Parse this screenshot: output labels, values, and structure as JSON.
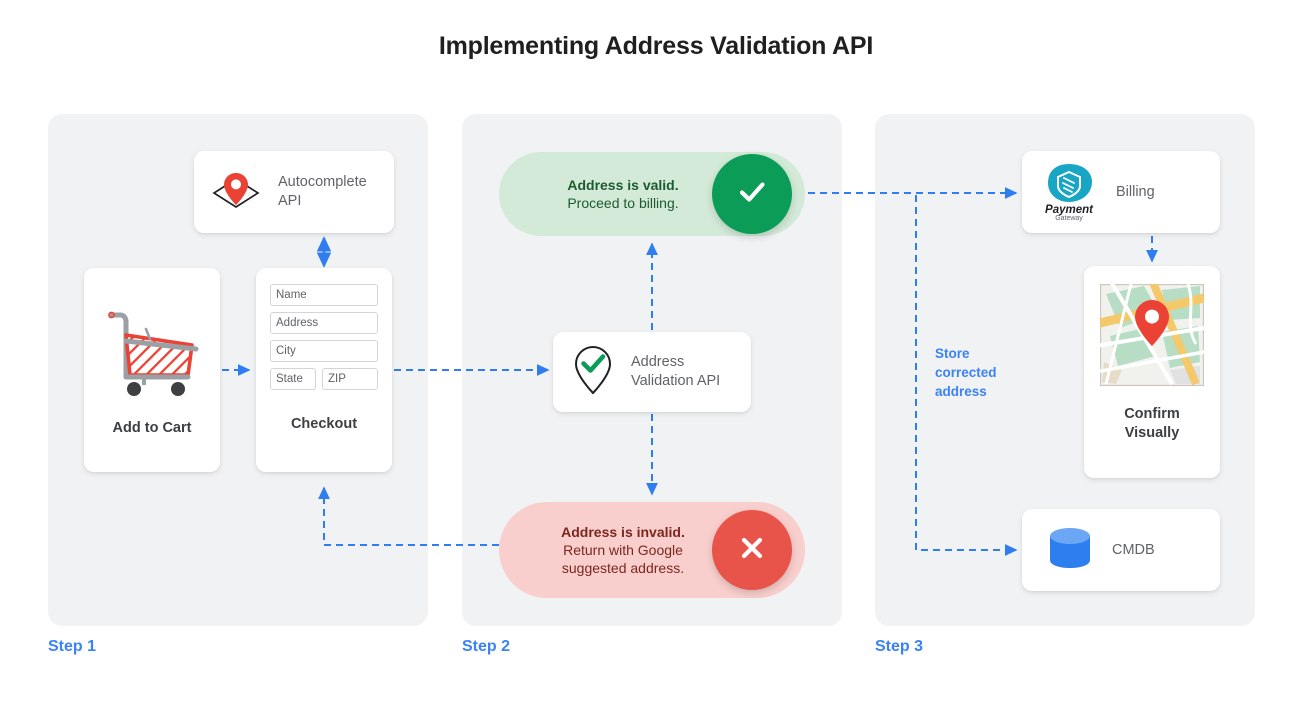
{
  "page": {
    "title": "Implementing Address Validation API",
    "background": "#ffffff",
    "accent_blue": "#3b82f6",
    "panel_bg": "#f1f2f3"
  },
  "steps": [
    {
      "label": "Step 1"
    },
    {
      "label": "Step 2"
    },
    {
      "label": "Step 3"
    }
  ],
  "step1": {
    "autocomplete_card": {
      "label_line1": "Autocomplete",
      "label_line2": "API",
      "icon": "map-pin-icon"
    },
    "add_to_cart_card": {
      "caption": "Add to Cart",
      "icon": "shopping-cart-icon"
    },
    "checkout_card": {
      "caption": "Checkout",
      "fields": [
        {
          "name": "name-field",
          "placeholder": "Name"
        },
        {
          "name": "address-field",
          "placeholder": "Address"
        },
        {
          "name": "city-field",
          "placeholder": "City"
        },
        {
          "name": "state-field",
          "placeholder": "State"
        },
        {
          "name": "zip-field",
          "placeholder": "ZIP"
        }
      ]
    }
  },
  "step2": {
    "valid_pill": {
      "headline": "Address is valid.",
      "subtext": "Proceed to billing.",
      "bg_color": "#d4ead8",
      "text_color": "#1c5b30",
      "circle_color": "#0b9d58",
      "icon": "check-icon"
    },
    "validation_card": {
      "label_line1": "Address",
      "label_line2": "Validation API",
      "icon": "pin-check-icon"
    },
    "invalid_pill": {
      "headline": "Address is invalid.",
      "subtext_line1": "Return with Google",
      "subtext_line2": "suggested address.",
      "bg_color": "#f8cfcc",
      "text_color": "#7d2620",
      "circle_color": "#e8544a",
      "icon": "close-icon"
    }
  },
  "step3": {
    "billing_card": {
      "label": "Billing",
      "logo_primary": "Payment",
      "logo_secondary": "Gateway",
      "icon": "payment-gateway-icon",
      "logo_color": "#19a6c4"
    },
    "confirm_card": {
      "caption_line1": "Confirm",
      "caption_line2": "Visually",
      "icon": "map-thumbnail-icon"
    },
    "cmdb_card": {
      "label": "CMDB",
      "icon": "database-icon",
      "icon_color": "#3b82f6"
    },
    "store_note": {
      "line1": "Store",
      "line2": "corrected",
      "line3": "address"
    }
  }
}
